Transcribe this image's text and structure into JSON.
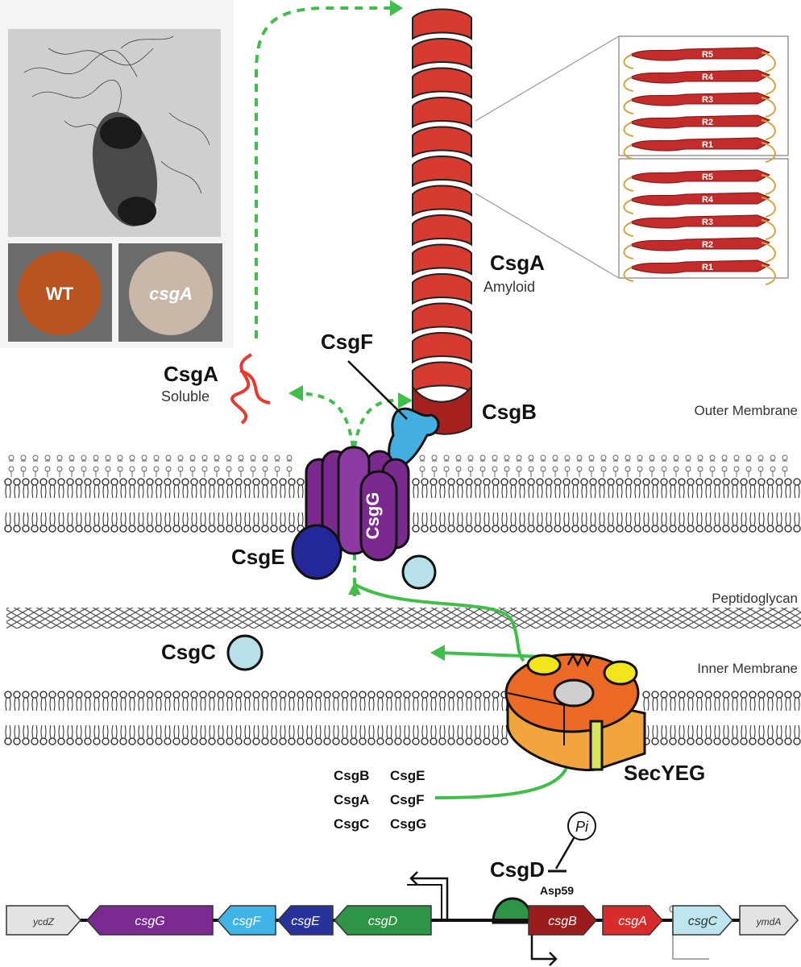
{
  "labels": {
    "csga_amyloid_title": "CsgA",
    "csga_amyloid_sub": "Amyloid",
    "csga_soluble_title": "CsgA",
    "csga_soluble_sub": "Soluble",
    "csgf": "CsgF",
    "csgb": "CsgB",
    "csge": "CsgE",
    "csgg": "CsgG",
    "csgc": "CsgC",
    "csgd": "CsgD",
    "secyeg": "SecYEG",
    "asp59": "Asp59",
    "pi": "Pi",
    "outer_membrane": "Outer Membrane",
    "peptidoglycan": "Peptidoglycan",
    "inner_membrane": "Inner Membrane"
  },
  "plates": {
    "wt": "WT",
    "mutant": "csgA"
  },
  "protein_list": [
    "CsgB",
    "CsgE",
    "CsgA",
    "CsgF",
    "CsgC",
    "CsgG"
  ],
  "repeats": [
    "R5",
    "R4",
    "R3",
    "R2",
    "R1"
  ],
  "genes": [
    {
      "name": "ycdZ",
      "color": "#e3e3e3",
      "dir": "right"
    },
    {
      "name": "csgG",
      "color": "#7b2a92",
      "dir": "left"
    },
    {
      "name": "csgF",
      "color": "#40b4e6",
      "dir": "left"
    },
    {
      "name": "csgE",
      "color": "#27339a",
      "dir": "left"
    },
    {
      "name": "csgD",
      "color": "#2e9446",
      "dir": "left"
    },
    {
      "name": "csgB",
      "color": "#9b1c1c",
      "dir": "right"
    },
    {
      "name": "csgA",
      "color": "#d62c2c",
      "dir": "right"
    },
    {
      "name": "csgC",
      "color": "#bfe6ef",
      "dir": "right"
    },
    {
      "name": "ymdA",
      "color": "#e3e3e3",
      "dir": "right"
    }
  ],
  "colors": {
    "amyloid": "#d73a2e",
    "csgb": "#a4211d",
    "csgf": "#43afe0",
    "csgg": "#7a2a8e",
    "csge": "#24279a",
    "csgc": "#b8e0ea",
    "secyeg_outer": "#f2a53d",
    "secyeg_inner": "#ec6a25",
    "secyeg_cap": "#f2e51c",
    "arrow": "#3fbf48",
    "csgd": "#2e9446"
  }
}
